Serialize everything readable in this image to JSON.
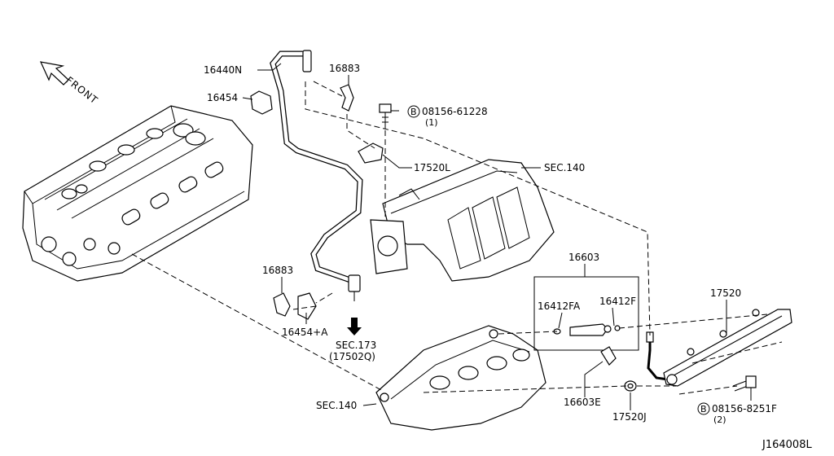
{
  "front_label": "FRONT",
  "callouts": {
    "p16440N": "16440N",
    "p16454": "16454",
    "p16883_top": "16883",
    "bolt_top_code": "08156-61228",
    "bolt_top_qty": "(1)",
    "p17520L": "17520L",
    "sec140_top": "SEC.140",
    "p16883_bottom": "16883",
    "p16454A": "16454+A",
    "sec173": "SEC.173",
    "sec173_sub": "(17502Q)",
    "p16603": "16603",
    "p16412FA": "16412FA",
    "p16412F": "16412F",
    "p17520": "17520",
    "p16603E": "16603E",
    "p17520J": "17520J",
    "bolt_bottom_code": "08156-8251F",
    "bolt_bottom_qty": "(2)",
    "sec140_bottom": "SEC.140",
    "bolt_prefix": "B"
  },
  "figure_code": "J164008L"
}
